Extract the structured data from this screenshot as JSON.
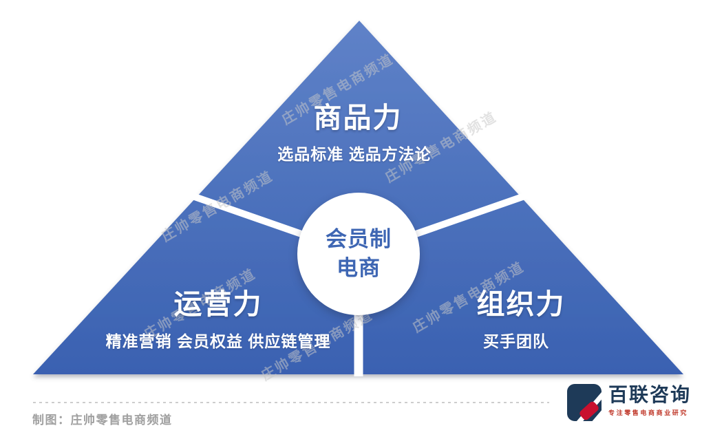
{
  "diagram": {
    "type": "pyramid-3-sections",
    "center": {
      "line1": "会员制",
      "line2": "电商"
    },
    "sections": [
      {
        "position": "top",
        "title": "商品力",
        "subtitle": "选品标准 选品方法论"
      },
      {
        "position": "bottom-left",
        "title": "运营力",
        "subtitle": "精准营销 会员权益 供应链管理"
      },
      {
        "position": "bottom-right",
        "title": "组织力",
        "subtitle": "买手团队"
      }
    ],
    "colors": {
      "triangle_gradient_top": "#5f82c8",
      "triangle_gradient_bottom": "#3a61b1",
      "center_text": "#3e66b3",
      "section_text": "#ffffff"
    }
  },
  "watermark": {
    "text": "庄帅零售电商频道"
  },
  "footer": {
    "credit": "制图：庄帅零售电商频道",
    "logo": {
      "name": "百联咨询",
      "tagline": "专注零售电商商业研究",
      "brand_navy": "#1e3a58",
      "brand_red": "#c0392b"
    }
  }
}
